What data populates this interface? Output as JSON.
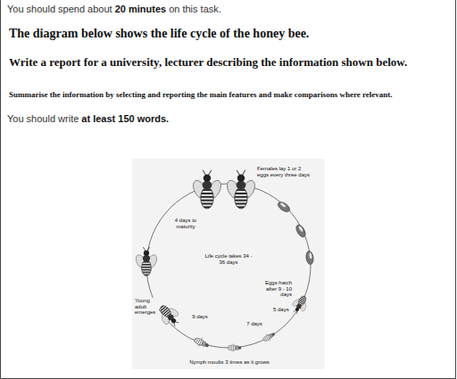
{
  "diagram": {
    "title": "The diagram below shows the life cycle of the honey bee.",
    "labels": [
      "You should spend about",
      "20 minutes",
      "on this task.",
      "Write a report for a university, lecturer describing the information shown below.",
      "Summarise the information by selecting and reporting the main features and make comparisons where relevant.",
      "You should write",
      "at least 150 words.",
      "Females lay 1 or 2 eggs every three days",
      "Eggs hatch after 9 - 10 days",
      "5 days",
      "7 days",
      "9 days",
      "Nymph moults 3 times as it grows",
      "Young adult emerges",
      "4 days to maturity",
      "Life cycle takes 34 - 36 days"
    ]
  }
}
